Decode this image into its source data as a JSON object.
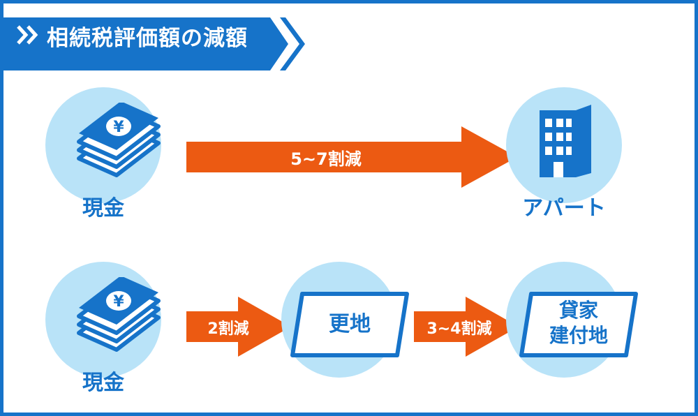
{
  "title": "相続税評価額の減額",
  "colors": {
    "blue": "#1673c9",
    "light_blue": "#b9e3f8",
    "orange": "#ec5a12",
    "white": "#ffffff"
  },
  "icons": {
    "cash": "cash-stack-icon",
    "building": "apartment-building-icon",
    "chevron": "double-chevron-icon"
  },
  "row1": {
    "from": "現金",
    "arrow": "5~7割減",
    "to": "アパート"
  },
  "row2": {
    "from": "現金",
    "arrow1": "2割減",
    "middle": "更地",
    "arrow2": "3~4割減",
    "to_line1": "貸家",
    "to_line2": "建付地"
  }
}
